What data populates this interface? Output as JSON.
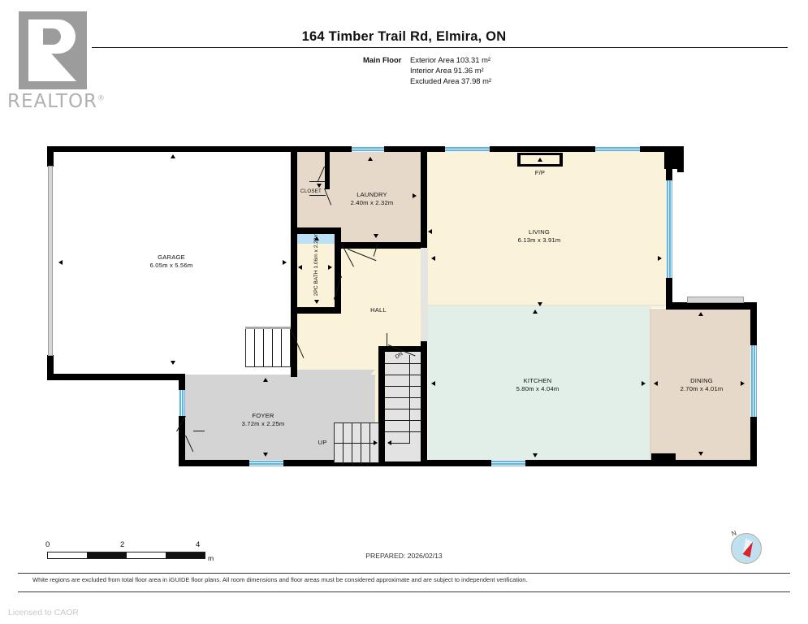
{
  "header": {
    "logo_text": "REALTOR",
    "logo_registered": "®",
    "title": "164 Timber Trail Rd, Elmira, ON",
    "floor_label": "Main Floor",
    "areas": [
      "Exterior Area 103.31 m²",
      "Interior Area 91.36 m²",
      "Excluded Area 37.98 m²"
    ]
  },
  "floorplan": {
    "rooms": [
      {
        "name": "GARAGE",
        "dimensions": "6.05m x 5.56m"
      },
      {
        "name": "CLOSET",
        "dimensions": ""
      },
      {
        "name": "LAUNDRY",
        "dimensions": "2.40m x 2.32m"
      },
      {
        "name": "2PC BATH",
        "dimensions": "1.06m x 2.23m"
      },
      {
        "name": "HALL",
        "dimensions": ""
      },
      {
        "name": "LIVING",
        "dimensions": "6.13m x 3.91m"
      },
      {
        "name": "KITCHEN",
        "dimensions": "5.80m x 4.04m"
      },
      {
        "name": "DINING",
        "dimensions": "2.70m x 4.01m"
      },
      {
        "name": "FOYER",
        "dimensions": "3.72m x 2.25m"
      }
    ],
    "annotations": {
      "fireplace": "F/P",
      "stairs_up": "UP",
      "stairs_down": "DN"
    },
    "colors": {
      "living_hall": "#fbf2da",
      "kitchen": "#e2efe9",
      "dining_laundry": "#e6d9c9",
      "bath": "#bde0f5",
      "foyer": "#d4d4d4",
      "garage": "#ffffff",
      "window": "#69b4dd",
      "wall": "#000000"
    }
  },
  "scale": {
    "ticks": [
      "0",
      "2",
      "4"
    ],
    "unit": "m"
  },
  "footer": {
    "prepared": "PREPARED: 2026/02/13",
    "disclaimer": "White regions are excluded from total floor area in iGUIDE floor plans. All room dimensions and floor areas must be considered approximate and are subject to independent verification.",
    "license": "Licensed to CAOR",
    "compass_label": "N"
  }
}
